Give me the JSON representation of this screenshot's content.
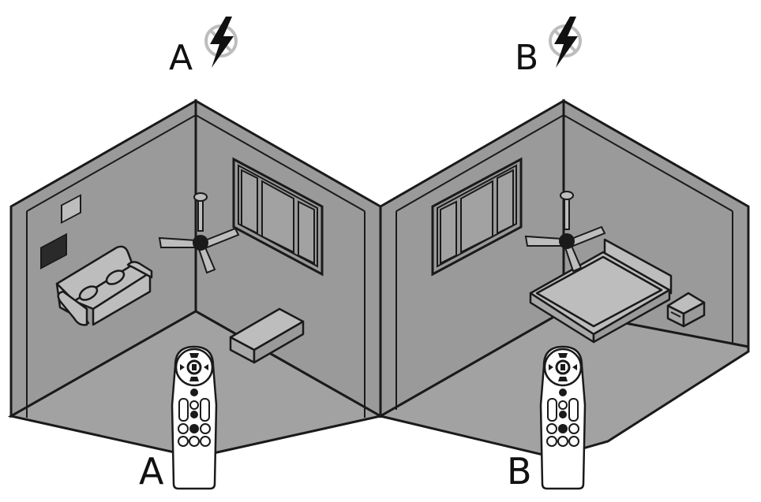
{
  "rooms": [
    {
      "id": "A",
      "top_label": "A",
      "remote_label": "A",
      "room_type": "living-room"
    },
    {
      "id": "B",
      "top_label": "B",
      "remote_label": "B",
      "room_type": "bedroom"
    }
  ],
  "colors": {
    "wall_fill": "#9a9a9a",
    "floor_fill": "#a2a2a2",
    "line": "#1a1a1a",
    "icon_grey": "#bdbdbd",
    "background": "#ffffff"
  },
  "icons": {
    "power_cut": "lightning-bolt-in-crossed-circle",
    "remote": "remote-control"
  }
}
